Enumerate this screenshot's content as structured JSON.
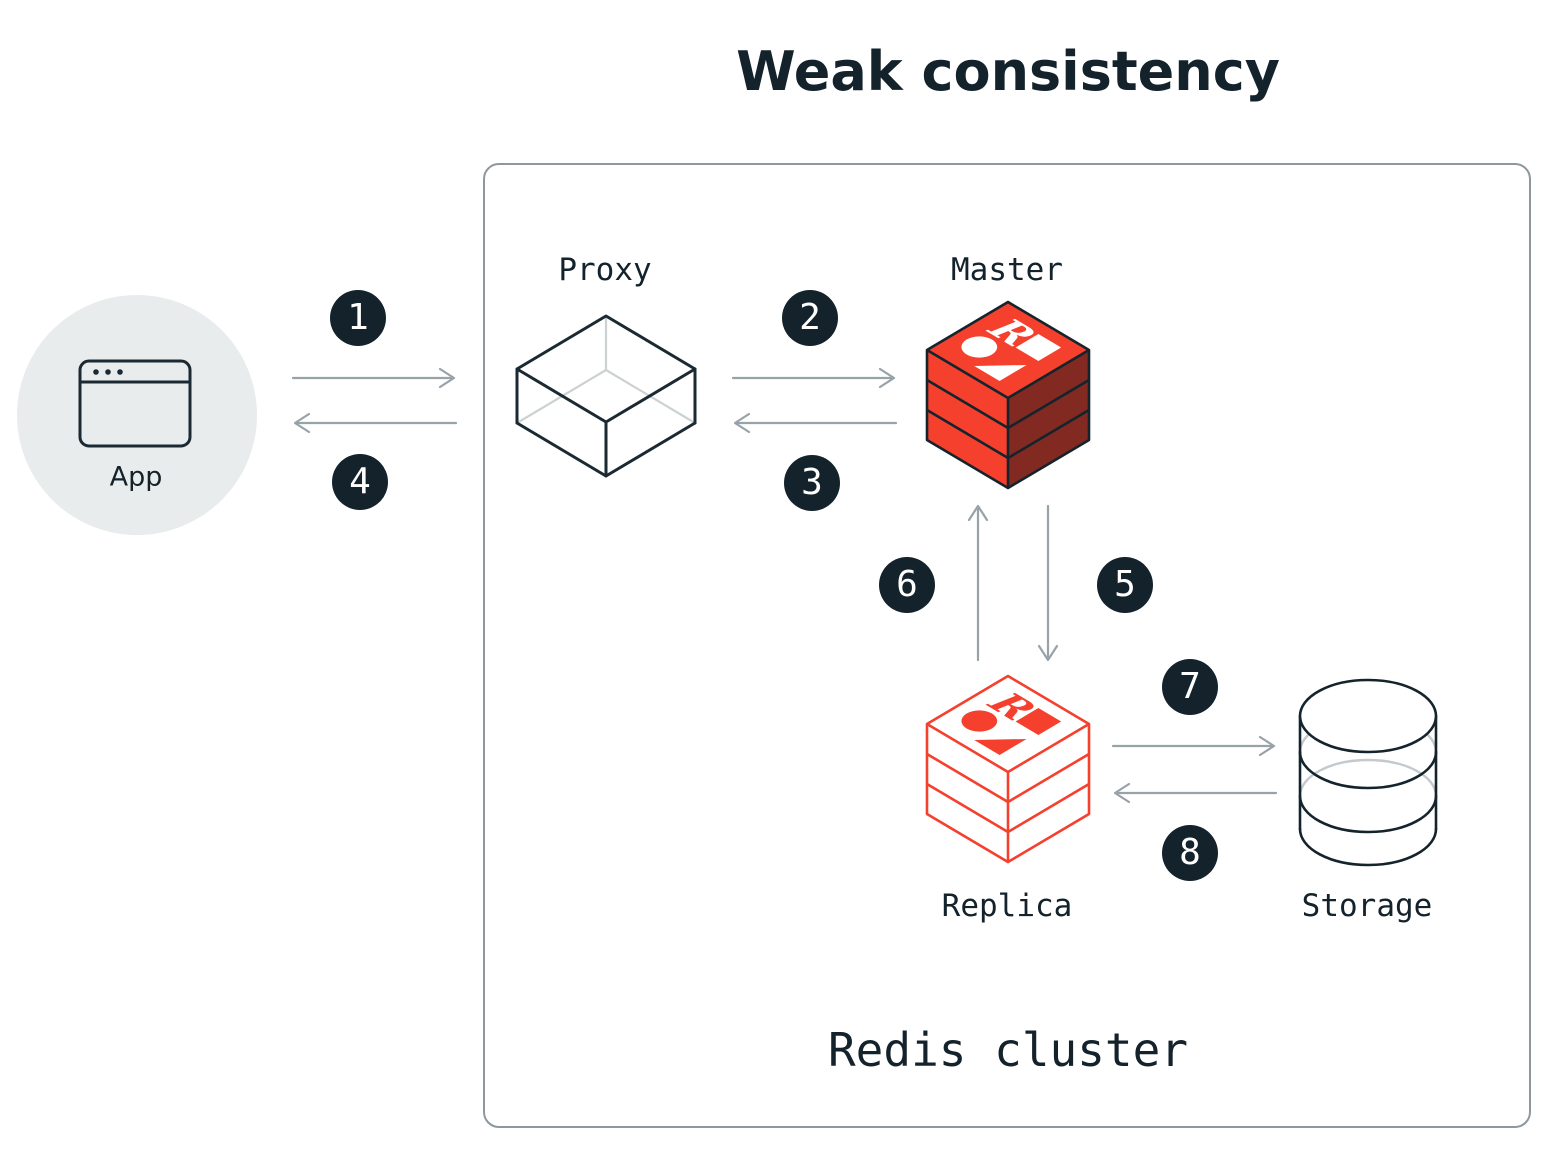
{
  "title": "Weak consistency",
  "app": {
    "label": "App",
    "icon": "browser-window-icon"
  },
  "cluster": {
    "label": "Redis cluster"
  },
  "nodes": {
    "proxy": {
      "label": "Proxy",
      "icon": "wireframe-box-icon"
    },
    "master": {
      "label": "Master",
      "icon": "redis-cube-icon"
    },
    "replica": {
      "label": "Replica",
      "icon": "redis-outline-cube-icon"
    },
    "storage": {
      "label": "Storage",
      "icon": "database-cylinder-icon"
    }
  },
  "steps": [
    {
      "n": "1"
    },
    {
      "n": "2"
    },
    {
      "n": "3"
    },
    {
      "n": "4"
    },
    {
      "n": "5"
    },
    {
      "n": "6"
    },
    {
      "n": "7"
    },
    {
      "n": "8"
    }
  ],
  "colors": {
    "ink": "#13222b",
    "red": "#f5402e",
    "red_dark": "#822a21",
    "arrow": "#98a2a9",
    "cluster_border": "#8d979e",
    "wireframe_hidden_edge": "#ccd1d4",
    "cylinder_back_rim": "#c3c9cc",
    "app_circle_bg": "#e9eced",
    "badge_bg": "#14222b",
    "badge_text": "#ffffff"
  }
}
